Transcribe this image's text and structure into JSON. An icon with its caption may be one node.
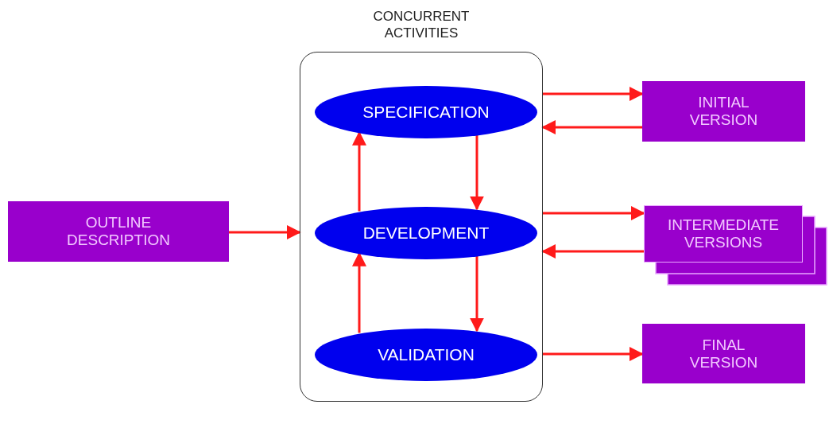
{
  "diagram": {
    "nodes": [
      {
        "text": [
          "OUTLINE DESCRIPTION"
        ]
      },
      {
        "text": [
          "CONCURRENT ACTIVITIES"
        ]
      },
      {
        "text": [
          "SPECIFICATION"
        ],
        "in": 1
      },
      {
        "text": [
          "DEVELOPMENT"
        ],
        "in": 1
      },
      {
        "text": [
          "VALIDATION"
        ],
        "in": 1
      },
      {
        "text": [
          "INITIAL VERSION"
        ]
      },
      {
        "text": [
          "INTERMEDIATE VERSIONS"
        ]
      },
      {
        "text": [
          "FINAL VERSION"
        ]
      }
    ],
    "edges": [
      {
        "from": 0,
        "to": 1,
        "arrow": "to"
      },
      {
        "from": 2,
        "to": 3,
        "arrow": "to"
      },
      {
        "from": 3,
        "to": 2,
        "arrow": "to"
      },
      {
        "from": 3,
        "to": 4,
        "arrow": "to"
      },
      {
        "from": 4,
        "to": 3,
        "arrow": "to"
      },
      {
        "from": 1,
        "to": 5,
        "arrow": "to"
      },
      {
        "from": 5,
        "to": 1,
        "arrow": "to"
      },
      {
        "from": 1,
        "to": 6,
        "arrow": "to"
      },
      {
        "from": 6,
        "to": 1,
        "arrow": "to"
      },
      {
        "from": 1,
        "to": 7,
        "arrow": "to"
      }
    ]
  }
}
